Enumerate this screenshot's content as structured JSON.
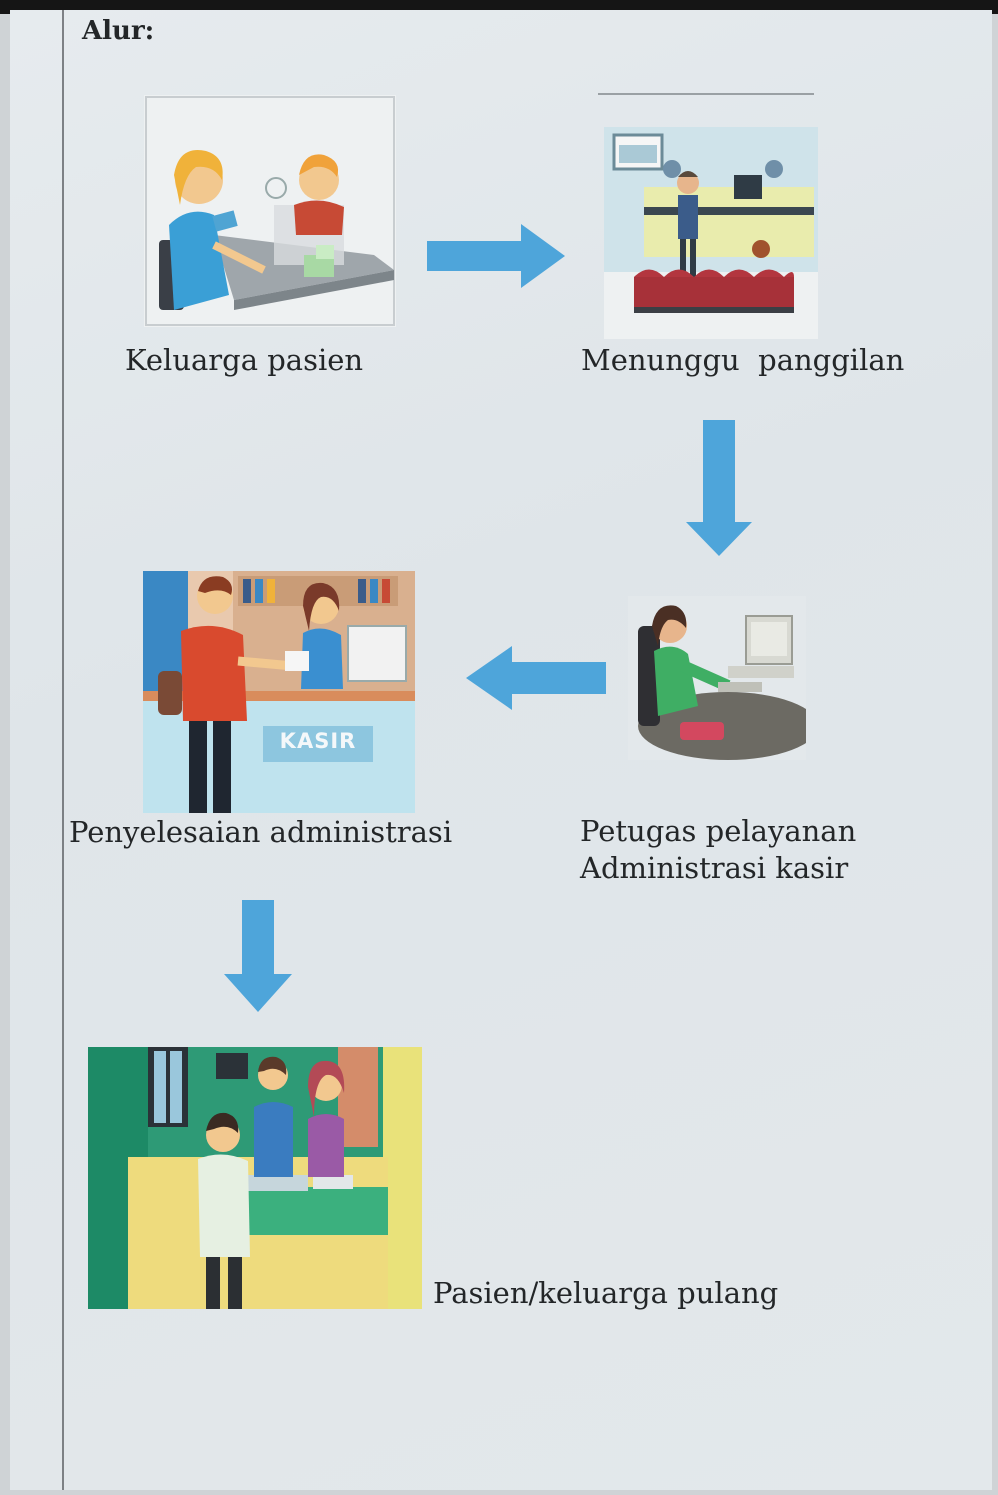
{
  "title": "Alur:",
  "steps": [
    {
      "caption": "Keluarga pasien",
      "image": "family-registration-illustration"
    },
    {
      "caption": "Menunggu  panggilan",
      "image": "waiting-room-illustration"
    },
    {
      "caption_lines": [
        "Petugas pelayanan",
        "Administrasi kasir"
      ],
      "image": "admin-officer-computer-illustration"
    },
    {
      "caption": "Penyelesaian administrasi",
      "image": "cashier-desk-illustration",
      "sign": "KASIR"
    },
    {
      "caption": "Pasien/keluarga pulang",
      "image": "patient-going-home-illustration"
    }
  ],
  "colors": {
    "arrow": "#4ea5da",
    "paper": "#e3e8eb",
    "text": "#232628"
  }
}
